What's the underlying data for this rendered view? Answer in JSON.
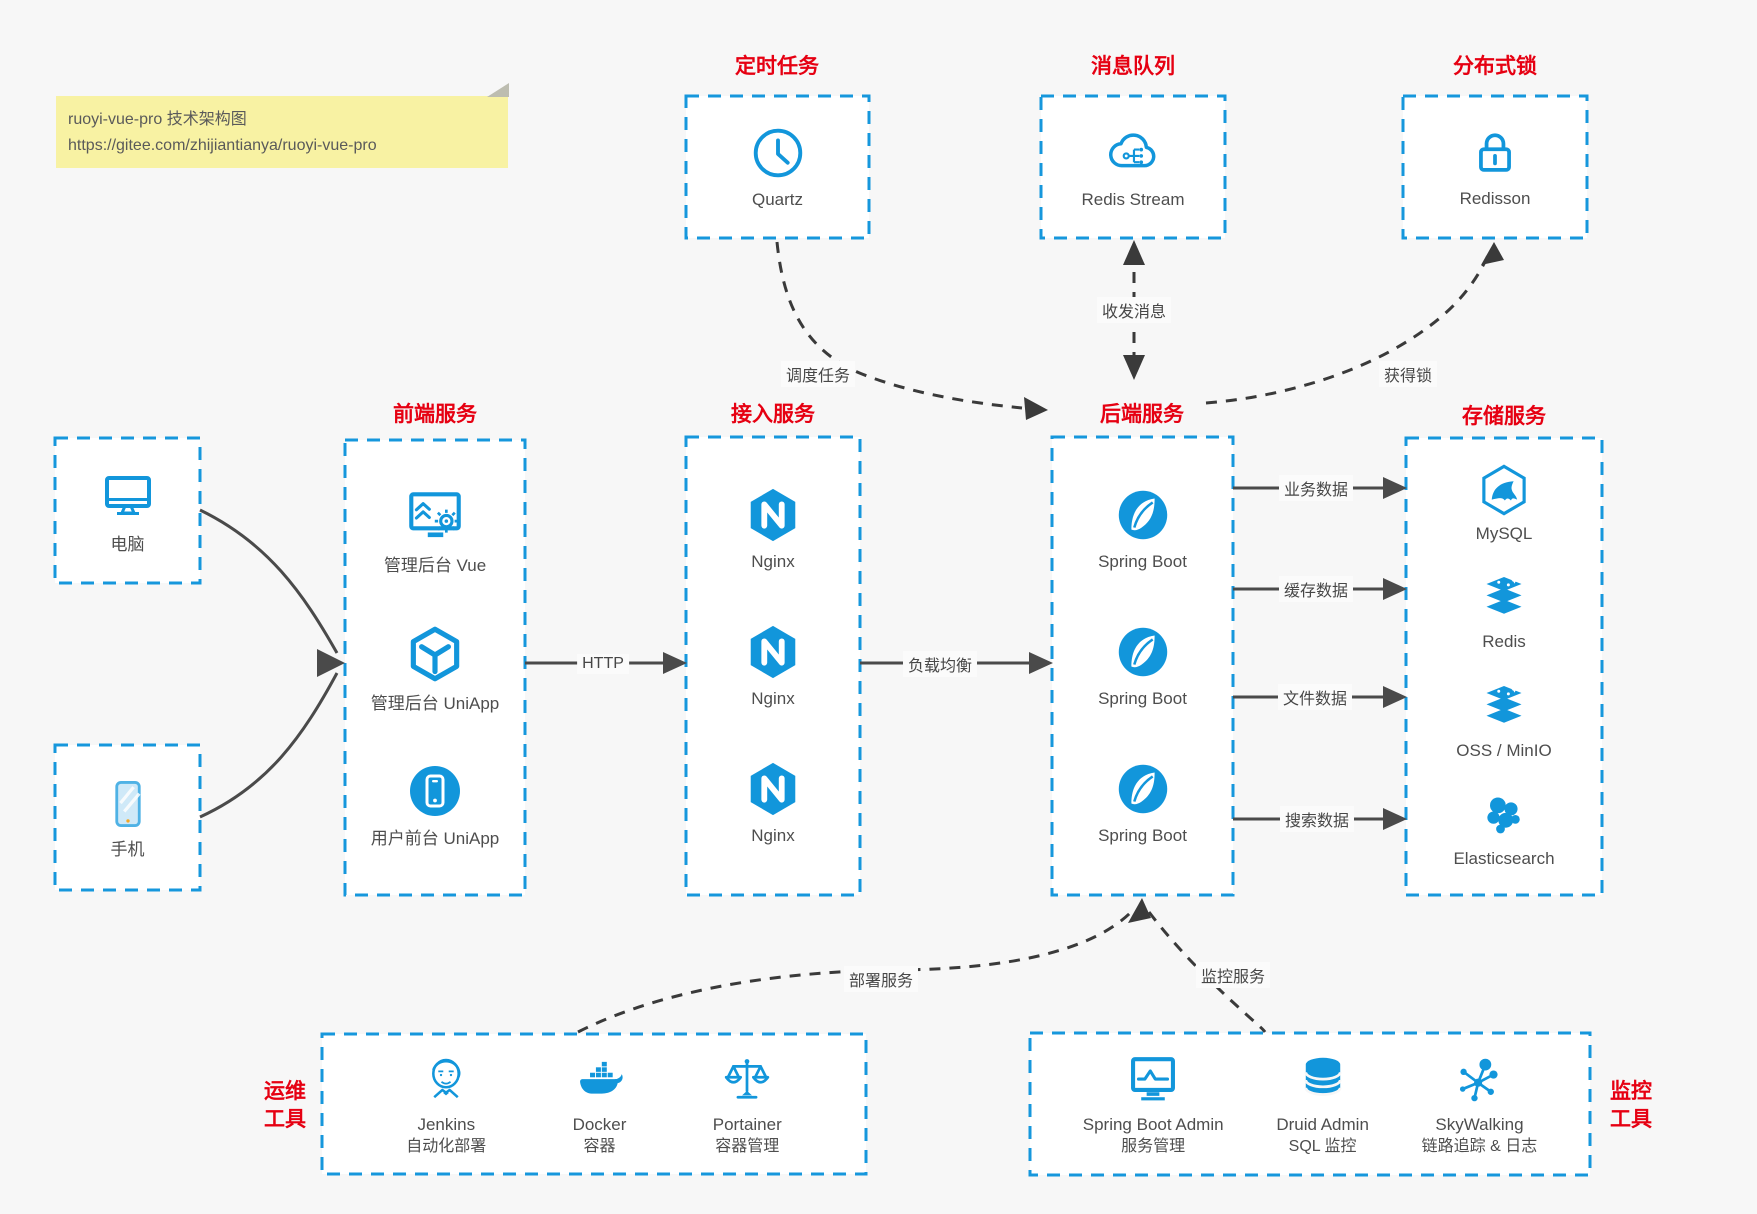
{
  "note": {
    "title": "ruoyi-vue-pro 技术架构图",
    "url": "https://gitee.com/zhijiantianya/ruoyi-vue-pro"
  },
  "colors": {
    "accent_blue": "#1296db",
    "border_blue": "#1697dc",
    "title_red": "#e60012",
    "arrow_dark": "#3f3f3f",
    "note_bg": "#f8f2a3",
    "canvas_bg": "#f7f7f7",
    "box_bg": "#ffffff",
    "label_gray": "#4e4e4e"
  },
  "groups": {
    "scheduler": {
      "title": "定时任务",
      "items": [
        {
          "label": "Quartz",
          "icon": "clock-icon"
        }
      ]
    },
    "mq": {
      "title": "消息队列",
      "items": [
        {
          "label": "Redis Stream",
          "icon": "cloud-mq-icon"
        }
      ]
    },
    "lock": {
      "title": "分布式锁",
      "items": [
        {
          "label": "Redisson",
          "icon": "lock-icon"
        }
      ]
    },
    "clients": {
      "items": [
        {
          "label": "电脑",
          "icon": "desktop-icon"
        },
        {
          "label": "手机",
          "icon": "mobile-icon"
        }
      ]
    },
    "frontend": {
      "title": "前端服务",
      "items": [
        {
          "label": "管理后台 Vue",
          "icon": "admin-vue-icon"
        },
        {
          "label": "管理后台 UniApp",
          "icon": "uniapp-cube-icon"
        },
        {
          "label": "用户前台 UniApp",
          "icon": "user-app-icon"
        }
      ]
    },
    "gateway": {
      "title": "接入服务",
      "items": [
        {
          "label": "Nginx",
          "icon": "nginx-icon"
        },
        {
          "label": "Nginx",
          "icon": "nginx-icon"
        },
        {
          "label": "Nginx",
          "icon": "nginx-icon"
        }
      ]
    },
    "backend": {
      "title": "后端服务",
      "items": [
        {
          "label": "Spring Boot",
          "icon": "spring-boot-icon"
        },
        {
          "label": "Spring Boot",
          "icon": "spring-boot-icon"
        },
        {
          "label": "Spring Boot",
          "icon": "spring-boot-icon"
        }
      ]
    },
    "storage": {
      "title": "存储服务",
      "items": [
        {
          "label": "MySQL",
          "icon": "mysql-icon"
        },
        {
          "label": "Redis",
          "icon": "redis-stack-icon"
        },
        {
          "label": "OSS / MinIO",
          "icon": "oss-minio-icon"
        },
        {
          "label": "Elasticsearch",
          "icon": "elasticsearch-icon"
        }
      ]
    },
    "devops": {
      "title": [
        "运维",
        "工具"
      ],
      "items": [
        {
          "label": "Jenkins",
          "sublabel": "自动化部署",
          "icon": "jenkins-icon"
        },
        {
          "label": "Docker",
          "sublabel": "容器",
          "icon": "docker-icon"
        },
        {
          "label": "Portainer",
          "sublabel": "容器管理",
          "icon": "portainer-icon"
        }
      ]
    },
    "monitoring": {
      "title": [
        "监控",
        "工具"
      ],
      "items": [
        {
          "label": "Spring Boot Admin",
          "sublabel": "服务管理",
          "icon": "spring-boot-admin-icon"
        },
        {
          "label": "Druid Admin",
          "sublabel": "SQL 监控",
          "icon": "druid-icon"
        },
        {
          "label": "SkyWalking",
          "sublabel": "链路追踪 & 日志",
          "icon": "skywalking-icon"
        }
      ]
    }
  },
  "edges": {
    "http": {
      "label": "HTTP"
    },
    "load_balance": {
      "label": "负载均衡"
    },
    "schedule_task": {
      "label": "调度任务"
    },
    "send_receive_message": {
      "label": "收发消息"
    },
    "acquire_lock": {
      "label": "获得锁"
    },
    "business_data": {
      "label": "业务数据"
    },
    "cache_data": {
      "label": "缓存数据"
    },
    "file_data": {
      "label": "文件数据"
    },
    "search_data": {
      "label": "搜索数据"
    },
    "deploy_service": {
      "label": "部署服务"
    },
    "monitor_service": {
      "label": "监控服务"
    }
  }
}
